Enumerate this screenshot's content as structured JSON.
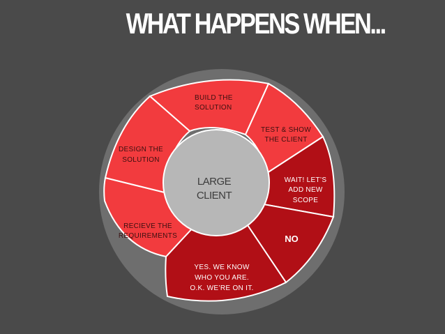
{
  "title": "WHAT HAPPENS WHEN...",
  "center": {
    "line1": "LARGE",
    "line2": "CLIENT"
  },
  "segments": [
    {
      "id": "build",
      "lines": [
        "BUILD THE",
        "SOLUTION"
      ]
    },
    {
      "id": "test",
      "lines": [
        "TEST & SHOW",
        "THE CLIENT"
      ]
    },
    {
      "id": "wait",
      "lines": [
        "WAIT! LET’S",
        "ADD NEW",
        "SCOPE"
      ]
    },
    {
      "id": "no",
      "lines": [
        "NO"
      ]
    },
    {
      "id": "yes",
      "lines": [
        "YES. WE KNOW",
        "WHO YOU ARE.",
        "O.K. WE’RE ON IT."
      ]
    },
    {
      "id": "recieve",
      "lines": [
        "RECIEVE THE",
        "REQUIREMENTS"
      ]
    },
    {
      "id": "design",
      "lines": [
        "DESIGN THE",
        "SOLUTION"
      ]
    }
  ],
  "colors": {
    "background": "#4a4a4a",
    "outer_ring": "#6e6e6e",
    "bright_red": "#f23b3e",
    "dark_red": "#b10f16",
    "center": "#b7b7b7"
  }
}
